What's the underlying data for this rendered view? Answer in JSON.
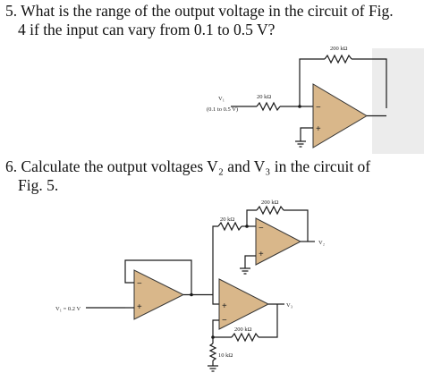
{
  "problem5": {
    "line1": "5. What is the range of the output voltage in the circuit of Fig.",
    "line2": "4 if the input can vary from 0.1 to 0.5 V?",
    "circuit": {
      "rf_label": "200 kΩ",
      "r1_label": "20 kΩ",
      "input_label": "V₁",
      "input_range": "(0.1 to 0.5 V)"
    }
  },
  "problem6": {
    "line1": "6. Calculate the output voltages V₂ and V₃ in the circuit of",
    "line2": "Fig. 5.",
    "circuit": {
      "r_top_f_label": "200 kΩ",
      "r_top_in_label": "20 kΩ",
      "r_bottom_f_label": "200 kΩ",
      "r_ground_label": "10 kΩ",
      "input_label": "V₁ = 0.2 V",
      "out_top_label": "V₂",
      "out_bottom_label": "V₃"
    }
  }
}
